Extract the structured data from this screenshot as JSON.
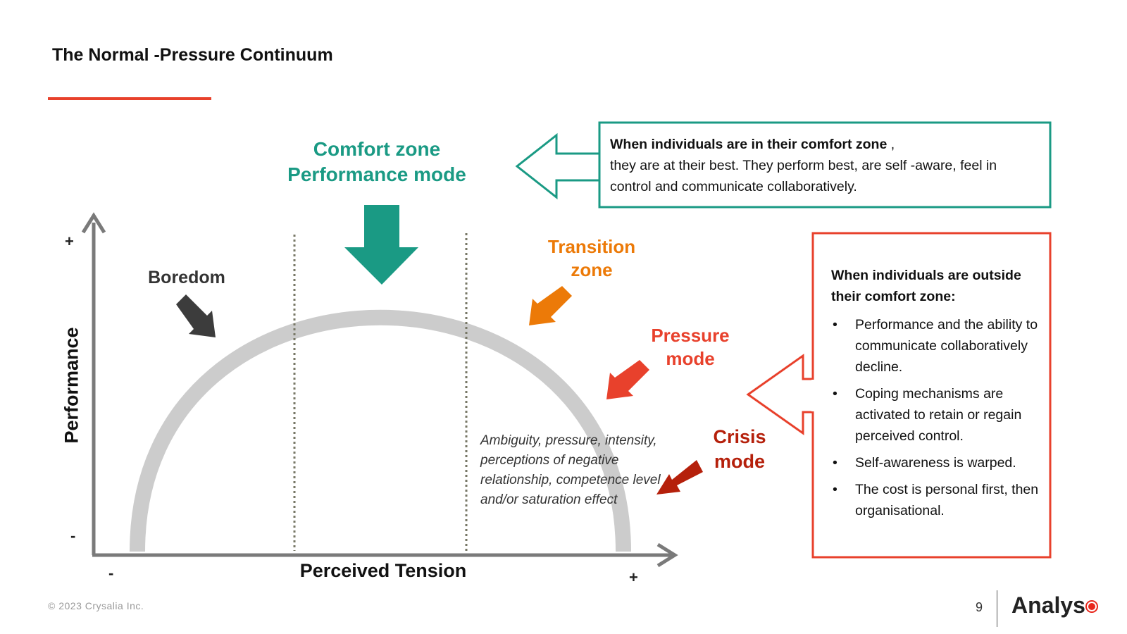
{
  "title": "The Normal -Pressure Continuum",
  "colors": {
    "accent": "#e8412c",
    "comfort": "#1a9a84",
    "boredom": "#3c3c3c",
    "transition": "#ec7a08",
    "pressure": "#e8412c",
    "crisis": "#b5200b",
    "curve": "#cccccc",
    "axis": "#7a7a7a"
  },
  "diagram": {
    "comfort_zone_label": [
      "Comfort zone",
      "Performance mode"
    ],
    "boredom_label": "Boredom",
    "transition_label": [
      "Transition",
      "zone"
    ],
    "pressure_label": [
      "Pressure",
      "mode"
    ],
    "crisis_label": [
      "Crisis",
      "mode"
    ],
    "y_axis": {
      "label": "Performance",
      "high": "+",
      "low": "-"
    },
    "x_axis": {
      "label": "Perceived Tension",
      "low": "-",
      "high": "+"
    },
    "note": "Ambiguity, pressure, intensity, perceptions of negative relationship, competence level and/or saturation effect",
    "icons": {
      "comfort": "arrow-down-icon",
      "boredom": "arrow-down-right-icon",
      "transition": "arrow-down-left-icon",
      "pressure": "arrow-down-left-icon",
      "crisis": "arrow-down-left-icon",
      "callouts": "arrow-left-outline-icon"
    }
  },
  "comfort_box": {
    "heading": "When individuals are in their comfort zone",
    "heading_suffix": " ,",
    "body": "they are at their best. They perform best, are self  -aware, feel in control and communicate collaboratively."
  },
  "outside_box": {
    "heading": "When individuals are outside their comfort zone:",
    "bullets": [
      "Performance and the ability to communicate collaboratively decline.",
      "Coping mechanisms are activated to retain or regain perceived control.",
      "Self-awareness is warped.",
      "The cost is personal first, then organisational."
    ]
  },
  "footer": {
    "copyright": "© 2023 Crysalia Inc.",
    "page_number": "9",
    "brand": "Analys"
  }
}
